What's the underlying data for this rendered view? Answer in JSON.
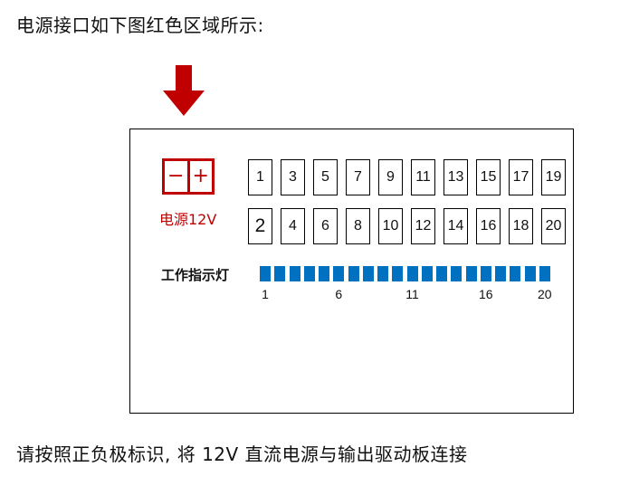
{
  "header": {
    "caption": "电源接口如下图红色区域所示:"
  },
  "footer": {
    "caption": "请按照正负极标识, 将 12V 直流电源与输出驱动板连接"
  },
  "power_terminal": {
    "minus_symbol": "−",
    "plus_symbol": "+",
    "label": "电源12V"
  },
  "pins": {
    "top_row": [
      "1",
      "3",
      "5",
      "7",
      "9",
      "11",
      "13",
      "15",
      "17",
      "19"
    ],
    "bottom_row": [
      "2",
      "4",
      "6",
      "8",
      "10",
      "12",
      "14",
      "16",
      "18",
      "20"
    ]
  },
  "indicators": {
    "label": "工作指示灯",
    "count": 20,
    "tick_labels": [
      "1",
      "6",
      "11",
      "16",
      "20"
    ],
    "tick_positions": [
      1,
      6,
      11,
      16,
      20
    ]
  },
  "colors": {
    "highlight": "#c00000",
    "led": "#0070c0",
    "arrow": "#c00000"
  },
  "icons": {
    "pointer": "down-arrow-icon"
  }
}
